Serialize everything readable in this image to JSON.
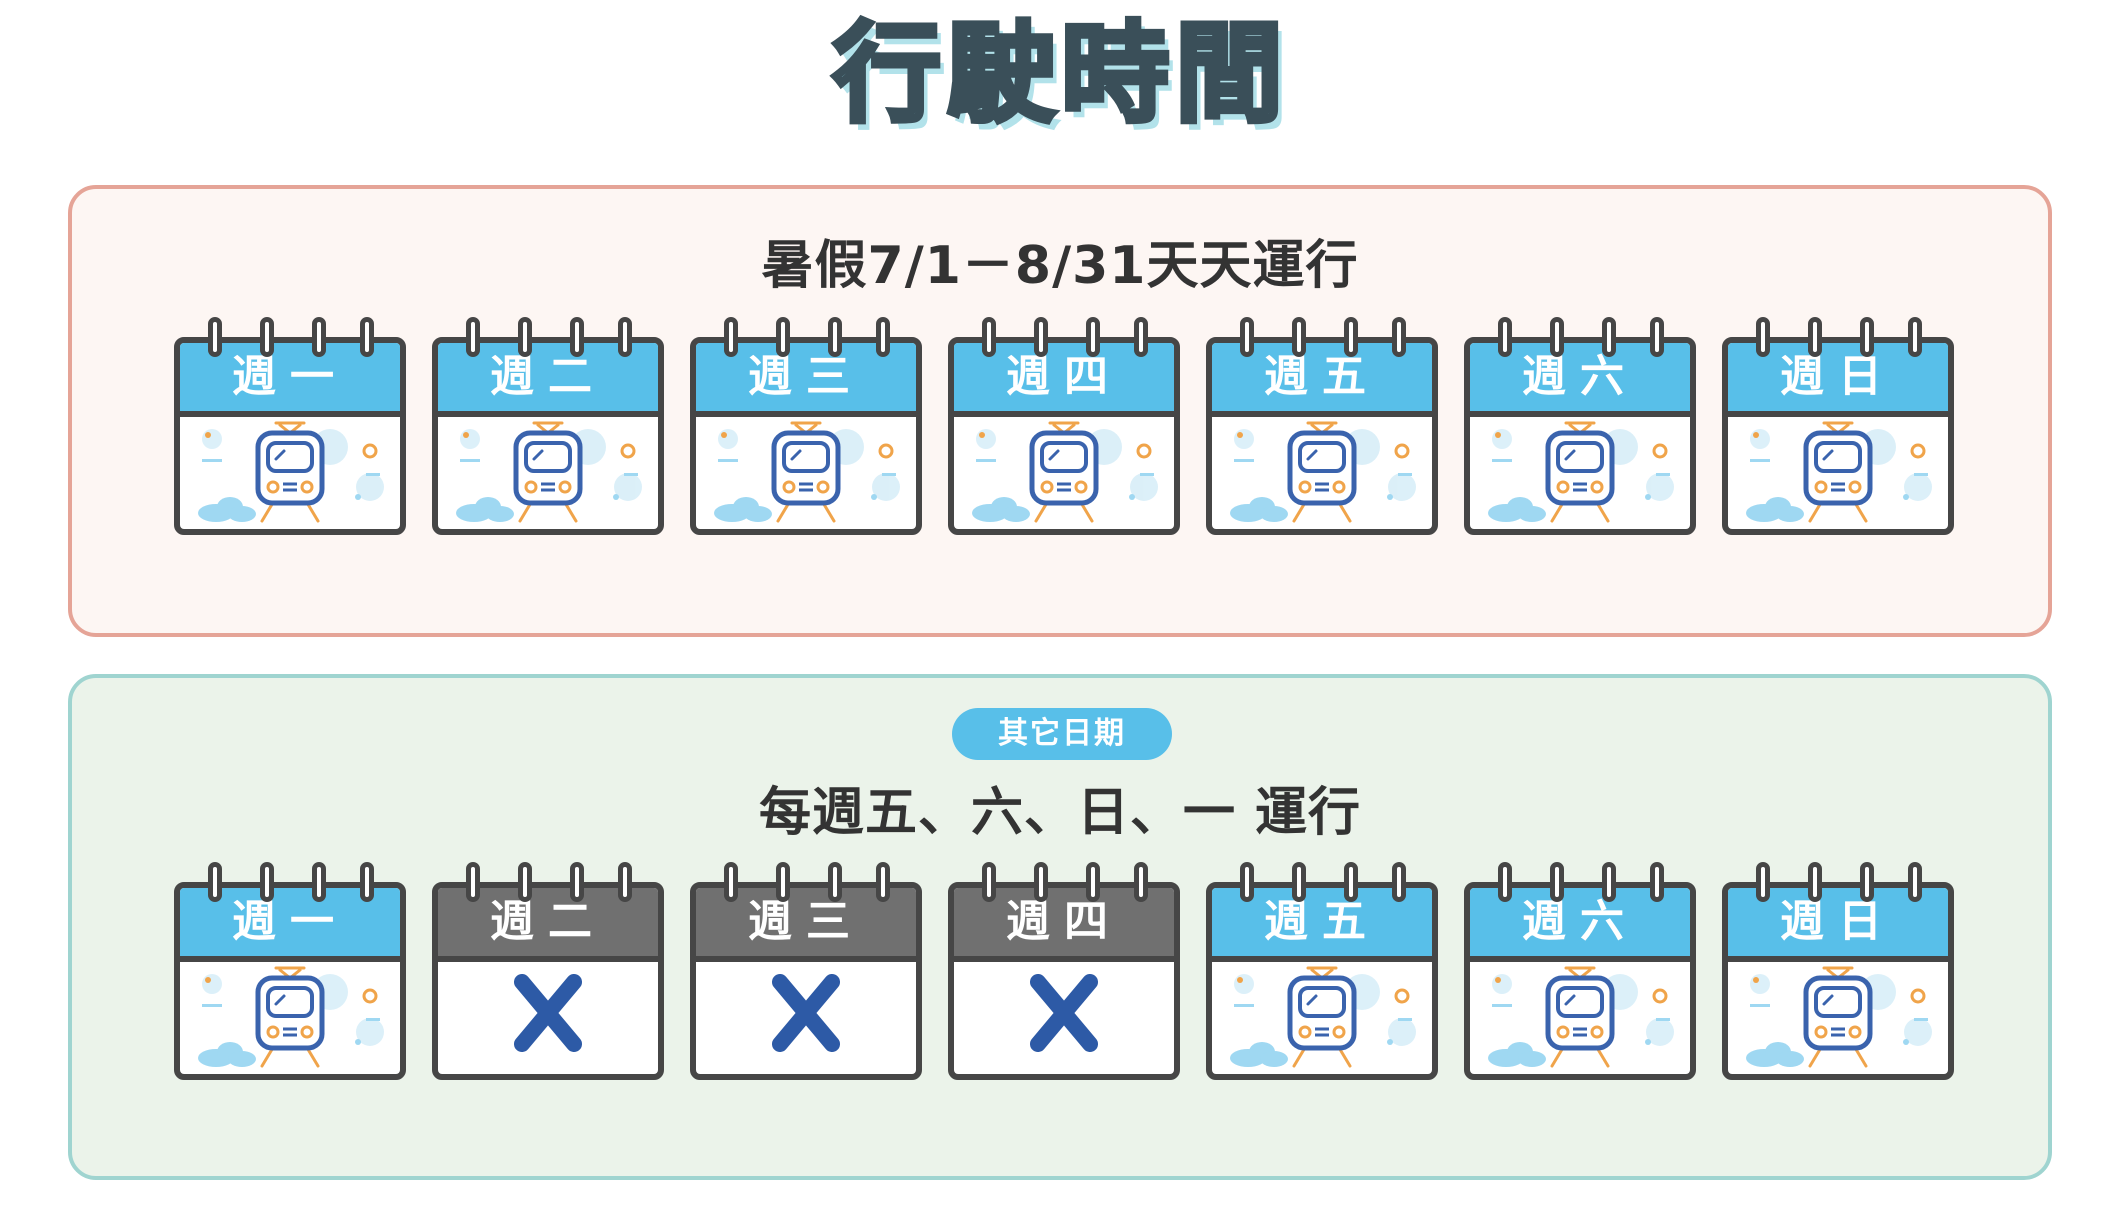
{
  "page": {
    "title": "行駛時間"
  },
  "summer": {
    "heading": "暑假7/1－8/31天天運行",
    "days": [
      {
        "label": "週一",
        "status": "run",
        "icon": "train-icon"
      },
      {
        "label": "週二",
        "status": "run",
        "icon": "train-icon"
      },
      {
        "label": "週三",
        "status": "run",
        "icon": "train-icon"
      },
      {
        "label": "週四",
        "status": "run",
        "icon": "train-icon"
      },
      {
        "label": "週五",
        "status": "run",
        "icon": "train-icon"
      },
      {
        "label": "週六",
        "status": "run",
        "icon": "train-icon"
      },
      {
        "label": "週日",
        "status": "run",
        "icon": "train-icon"
      }
    ]
  },
  "other": {
    "badge": "其它日期",
    "heading": "每週五、六、日、一 運行",
    "days": [
      {
        "label": "週一",
        "status": "run",
        "icon": "train-icon"
      },
      {
        "label": "週二",
        "status": "off",
        "icon": "x-mark-icon"
      },
      {
        "label": "週三",
        "status": "off",
        "icon": "x-mark-icon"
      },
      {
        "label": "週四",
        "status": "off",
        "icon": "x-mark-icon"
      },
      {
        "label": "週五",
        "status": "run",
        "icon": "train-icon"
      },
      {
        "label": "週六",
        "status": "run",
        "icon": "train-icon"
      },
      {
        "label": "週日",
        "status": "run",
        "icon": "train-icon"
      }
    ]
  },
  "colors": {
    "run_band": "#58bfe9",
    "off_band": "#707070",
    "summer_border": "#e5a497",
    "other_border": "#9fd4d0",
    "x_mark": "#2d5aa6",
    "train_body": "#3a63ad",
    "train_accent": "#f0a44a"
  }
}
